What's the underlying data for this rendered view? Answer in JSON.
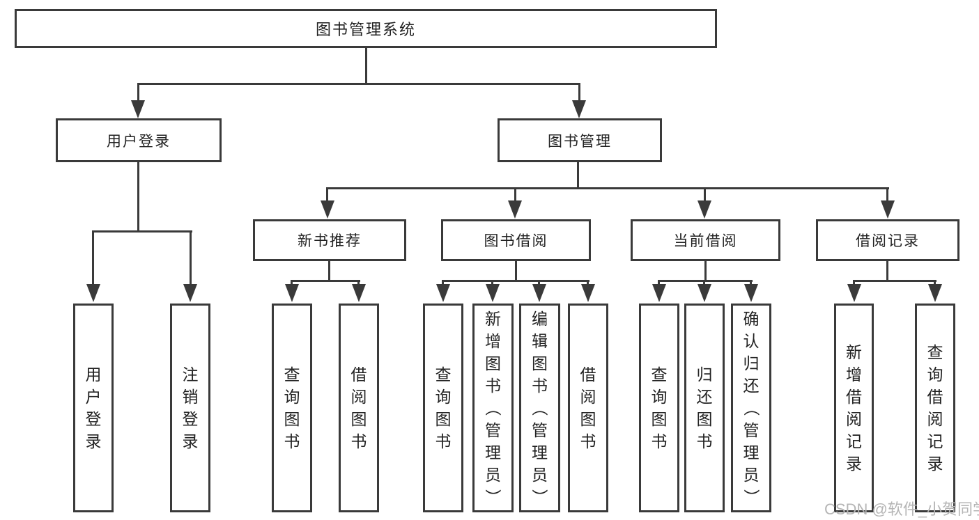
{
  "page": {
    "background": "#ffffff",
    "line_color": "#3a3a3a",
    "text_color": "#222222"
  },
  "watermark": {
    "text": "CSDN @软件_小贺同学",
    "color": "#b5b5b5"
  },
  "diagram": {
    "type": "hierarchy-tree",
    "root": {
      "label": "图书管理系统"
    },
    "branches": [
      {
        "label": "用户登录",
        "children": [
          {
            "label": "用户登录"
          },
          {
            "label": "注销登录"
          }
        ]
      },
      {
        "label": "图书管理",
        "sections": [
          {
            "label": "新书推荐",
            "children": [
              {
                "label": "查询图书"
              },
              {
                "label": "借阅图书"
              }
            ]
          },
          {
            "label": "图书借阅",
            "children": [
              {
                "label": "查询图书"
              },
              {
                "label": "新增图书（管理员）"
              },
              {
                "label": "编辑图书（管理员）"
              },
              {
                "label": "借阅图书"
              }
            ]
          },
          {
            "label": "当前借阅",
            "children": [
              {
                "label": "查询图书"
              },
              {
                "label": "归还图书"
              },
              {
                "label": "确认归还（管理员）"
              }
            ]
          },
          {
            "label": "借阅记录",
            "children": [
              {
                "label": "新增借阅记录"
              },
              {
                "label": "查询借阅记录"
              }
            ]
          }
        ]
      }
    ]
  }
}
